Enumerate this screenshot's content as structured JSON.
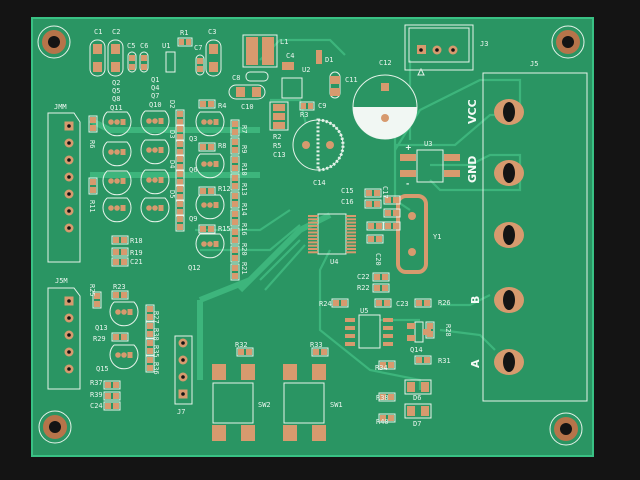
{
  "colors": {
    "background": "#141414",
    "board": "#2a9563",
    "copper_pour": "#3db57c",
    "pad": "#d79a6e",
    "silkscreen": "#eaf5ee"
  },
  "silkscreen": {
    "C1": "C1",
    "C2": "C2",
    "C5": "C5",
    "C6": "C6",
    "U1": "U1",
    "R1": "R1",
    "C7": "C7",
    "C3": "C3",
    "L1": "L1",
    "C4": "C4",
    "U2": "U2",
    "D1": "D1",
    "C8": "C8",
    "C10": "C10",
    "C12": "C12",
    "C11": "C11",
    "C9": "C9",
    "R3": "R3",
    "R2": "R2",
    "R5": "R5",
    "C13": "C13",
    "C14": "C14",
    "J3": "J3",
    "J5": "J5",
    "VCC": "VCC",
    "GND": "GND",
    "U3": "U3",
    "plus": "+",
    "minus": "-",
    "C15": "C15",
    "C16": "C16",
    "C17": "C17",
    "Y1": "Y1",
    "JMM": "JMM",
    "R6": "R6",
    "R11": "R11",
    "Q2": "Q2",
    "Q5": "Q5",
    "Q8": "Q8",
    "Q11": "Q11",
    "Q1": "Q1",
    "Q4": "Q4",
    "Q7": "Q7",
    "Q10": "Q10",
    "D2": "D2",
    "D3": "D3",
    "D4": "D4",
    "D5": "D5",
    "Q3": "Q3",
    "Q6": "Q6",
    "Q9": "Q9",
    "R4": "R4",
    "R8": "R8",
    "R12": "R12",
    "R15": "R15",
    "R7": "R7",
    "R9": "R9",
    "R10": "R10",
    "R13": "R13",
    "R14": "R14",
    "R16": "R16",
    "R20": "R20",
    "R21": "R21",
    "R18": "R18",
    "R19": "R19",
    "C21": "C21",
    "Q12": "Q12",
    "J5M": "J5M",
    "R25": "R25",
    "R23": "R23",
    "Q13": "Q13",
    "R29": "R29",
    "Q15": "Q15",
    "R27": "R27",
    "R30": "R30",
    "R35": "R35",
    "R36": "R36",
    "R37": "R37",
    "R39": "R39",
    "C24": "C24",
    "J7": "J7",
    "R32": "R32",
    "R33": "R33",
    "SW2": "SW2",
    "SW1": "SW1",
    "U4": "U4",
    "C20": "C20",
    "C22": "C22",
    "R22": "R22",
    "R24": "R24",
    "C23": "C23",
    "U5": "U5",
    "R26": "R26",
    "R28": "R28",
    "Q14": "Q14",
    "R31": "R31",
    "R34": "R34",
    "R38": "R38",
    "D6": "D6",
    "R40": "R40",
    "D7": "D7",
    "B": "B",
    "A": "A"
  }
}
